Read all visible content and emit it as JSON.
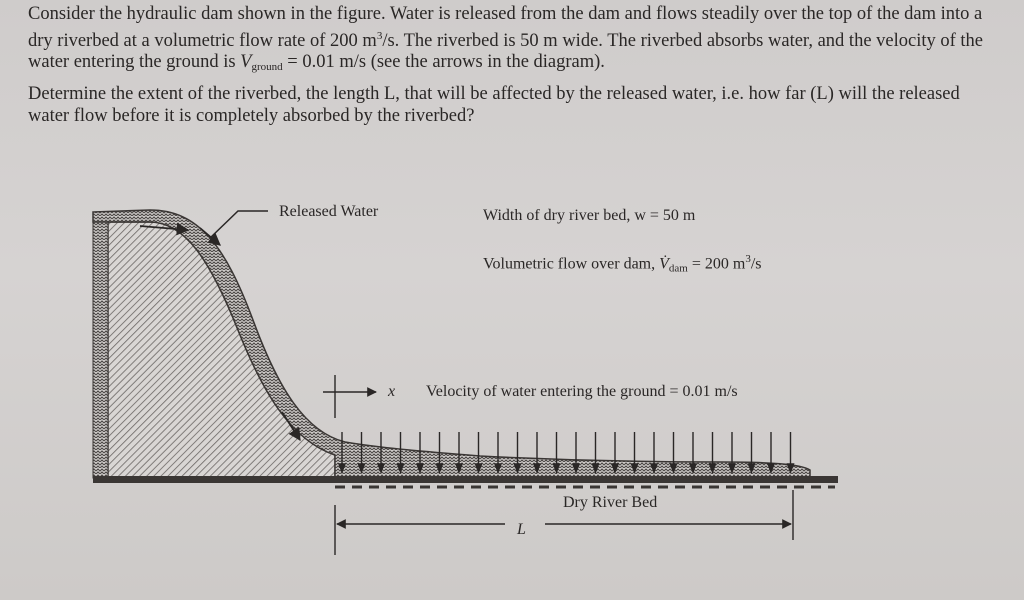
{
  "problem": {
    "p1_a": "Consider the hydraulic dam shown in the figure. Water is released from the dam and flows steadily over the top of",
    "p1_b": "the dam into a dry riverbed at a volumetric flow rate of 200 m",
    "p1_b_sup": "3",
    "p1_c": "/s. The riverbed is 50 m wide. The riverbed absorbs",
    "p1_d": "water, and the velocity of the water entering the ground is ",
    "p1_v": "V",
    "p1_v_sub": "ground",
    "p1_e": " = 0.01 m/s (see the arrows in the diagram).",
    "p2": "Determine the extent of the riverbed, the length L, that will be affected by the released water, i.e. how far (L) will the released water flow before it is completely absorbed by the riverbed?"
  },
  "figure": {
    "released_water": "Released Water",
    "width_label": "Width of dry river bed, w = 50 m",
    "flow_label_a": "Volumetric flow over dam, ",
    "flow_symbol": "V̇",
    "flow_sub": "dam",
    "flow_label_b": " = 200 m",
    "flow_sup": "3",
    "flow_label_c": "/s",
    "x_label": "x",
    "velocity_label": "Velocity of water entering the ground = 0.01 m/s",
    "dry_bed": "Dry River Bed",
    "L_label": "L"
  }
}
